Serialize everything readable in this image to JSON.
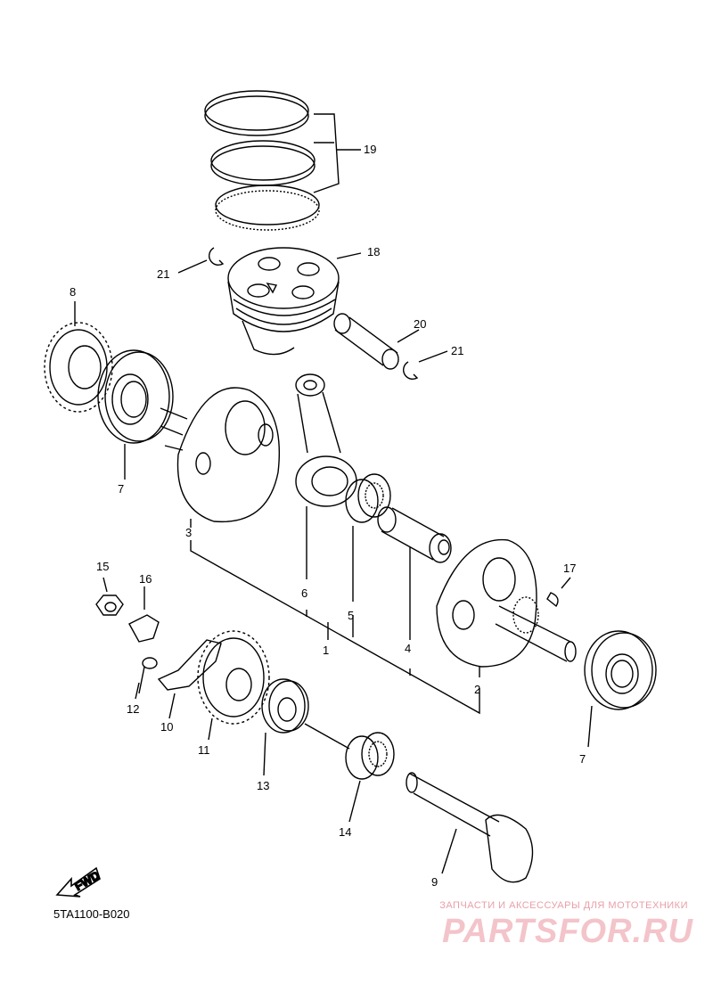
{
  "diagram": {
    "code": "5TA1100-B020",
    "fwd_label": "FWD",
    "callouts": [
      "19",
      "18",
      "21",
      "20",
      "21",
      "8",
      "7",
      "3",
      "6",
      "5",
      "4",
      "1",
      "2",
      "17",
      "7",
      "15",
      "16",
      "12",
      "10",
      "11",
      "13",
      "14",
      "9"
    ]
  },
  "watermark": {
    "line1": "ЗАПЧАСТИ И АКСЕССУАРЫ ДЛЯ МОТОТЕХНИКИ",
    "line2": "PARTSFOR.RU"
  },
  "colors": {
    "line": "#000000",
    "watermark": "#f3c4ca"
  }
}
